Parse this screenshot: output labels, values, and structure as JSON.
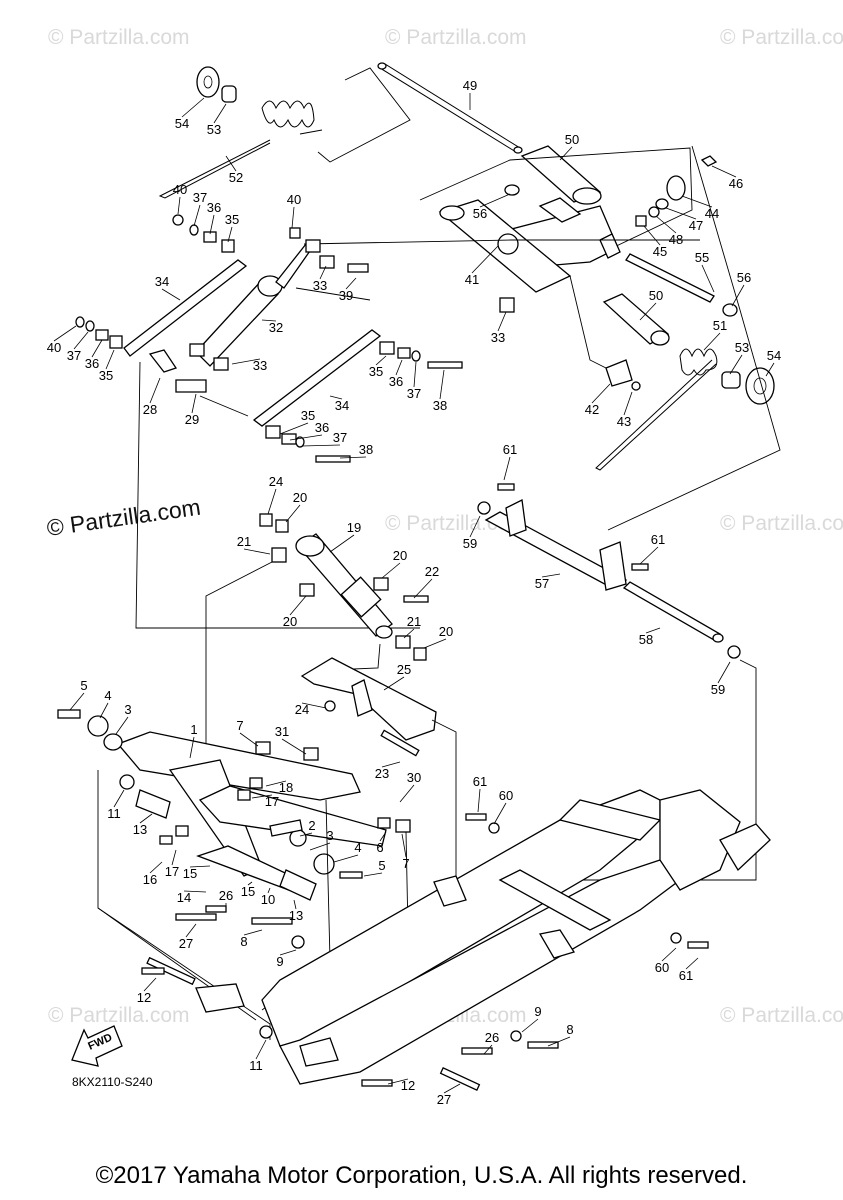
{
  "watermark": {
    "text": "© Partzilla.com",
    "prominent_text": "© Partzilla.com"
  },
  "diagram_code": "8KX2110-S240",
  "fwd_label": "FWD",
  "copyright": "©2017 Yamaha Motor Corporation, U.S.A. All rights reserved.",
  "part_labels": [
    "1",
    "2",
    "3",
    "4",
    "5",
    "6",
    "7",
    "8",
    "9",
    "10",
    "11",
    "12",
    "13",
    "14",
    "15",
    "16",
    "17",
    "18",
    "19",
    "20",
    "21",
    "22",
    "23",
    "24",
    "25",
    "26",
    "27",
    "28",
    "29",
    "30",
    "31",
    "32",
    "33",
    "34",
    "35",
    "36",
    "37",
    "38",
    "39",
    "40",
    "41",
    "42",
    "43",
    "44",
    "45",
    "46",
    "47",
    "48",
    "49",
    "50",
    "51",
    "52",
    "53",
    "54",
    "55",
    "56",
    "57",
    "58",
    "59",
    "60",
    "61"
  ]
}
